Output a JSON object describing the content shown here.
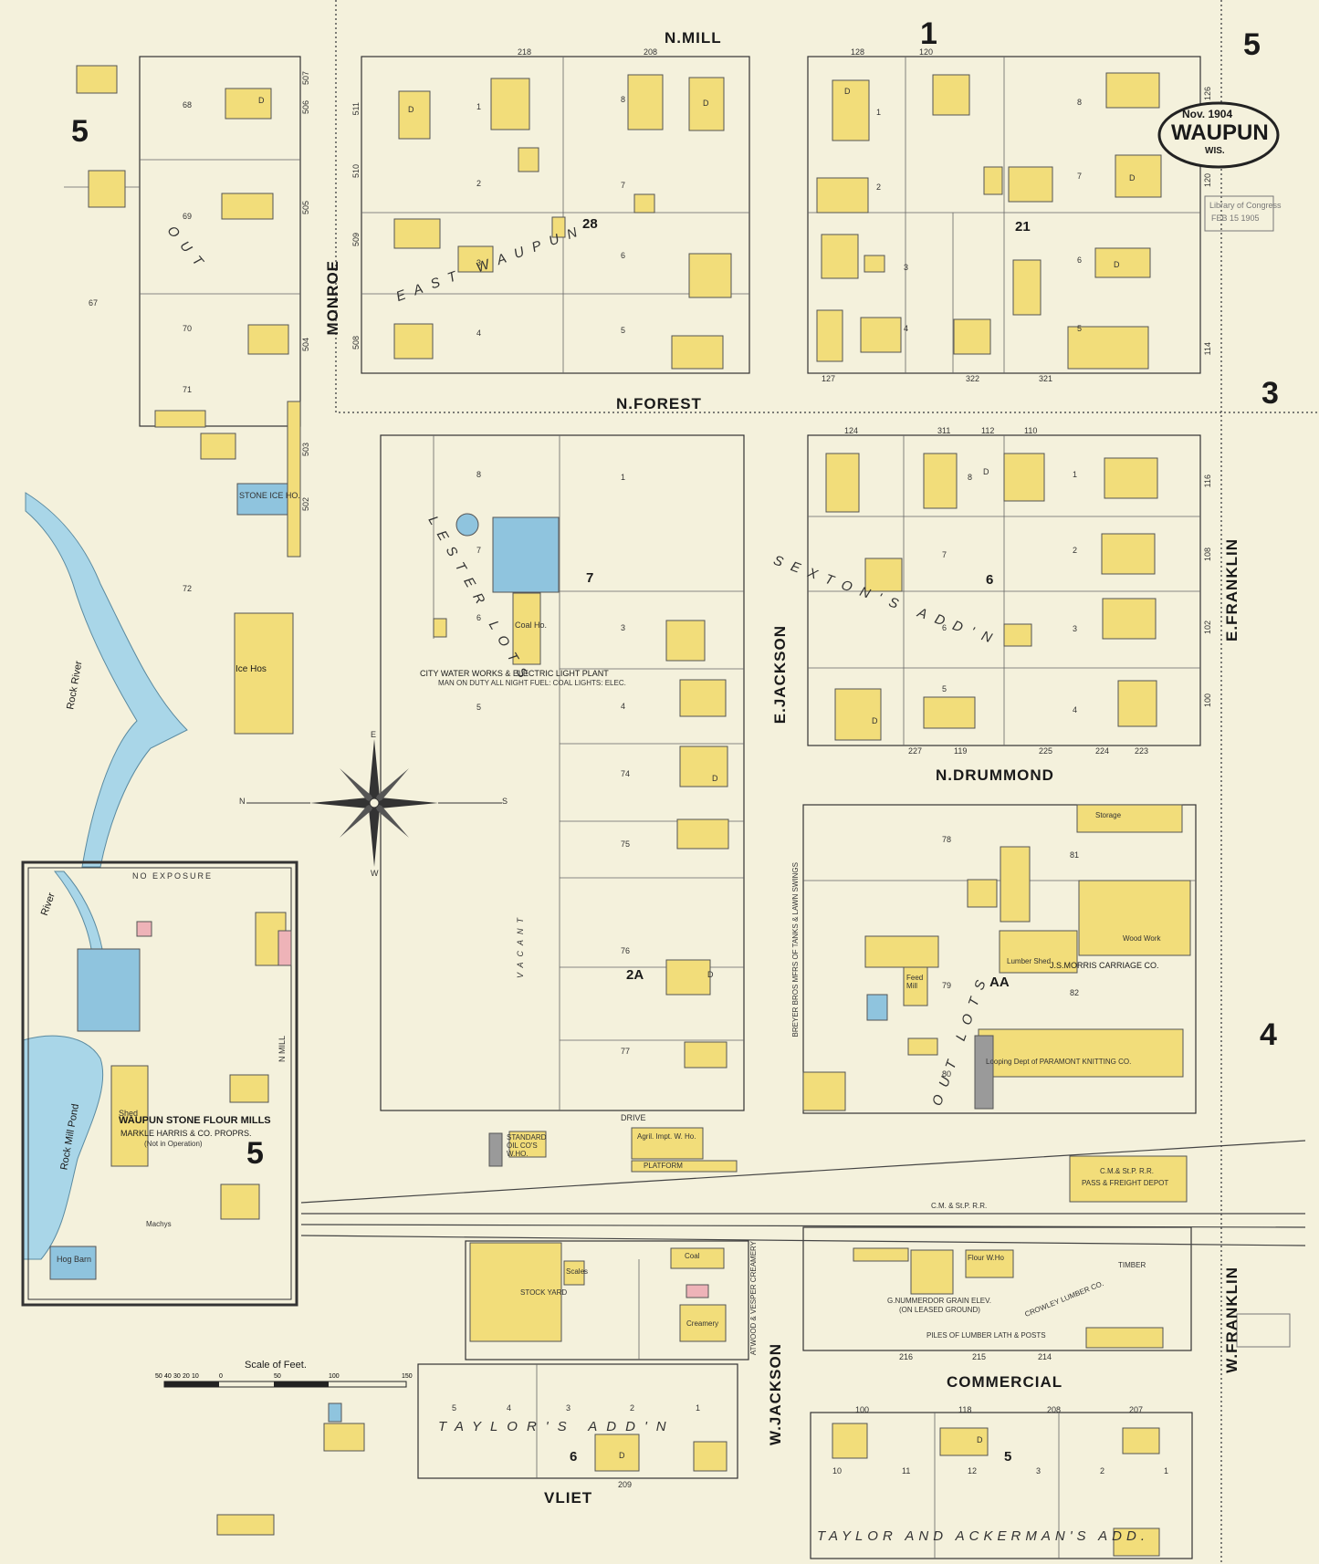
{
  "sheet": {
    "number": "5",
    "date": "Nov. 1904",
    "town": "WAUPUN",
    "state": "WIS.",
    "stamp_line1": "Library of Congress",
    "stamp_line2": "FEB 15 1905",
    "scale_label": "Scale of Feet.",
    "scale_ticks": [
      "50",
      "40",
      "30",
      "20",
      "10",
      "0",
      "50",
      "100",
      "150"
    ],
    "adjoining": [
      "5",
      "3",
      "4",
      "5",
      "1"
    ]
  },
  "streets": {
    "n_mill": "N.MILL",
    "n_forest": "N.FOREST",
    "n_drummond": "N.DRUMMOND",
    "commercial": "COMMERCIAL",
    "vliet": "VLIET",
    "monroe": "MONROE",
    "e_jackson": "E.JACKSON",
    "w_jackson": "W.JACKSON",
    "e_franklin": "E.FRANKLIN",
    "w_franklin": "W.FRANKLIN",
    "mill_inset": "N MILL",
    "drive": "DRIVE"
  },
  "blocks": [
    "28",
    "21",
    "7",
    "6",
    "2A",
    "AA",
    "6",
    "5"
  ],
  "additions": {
    "east_waupun": "EAST WAUPUN",
    "out_lots_left": "OUT",
    "lester_lots": "LESTER LOTS",
    "sextons_addn": "SEXTON'S ADD'N",
    "out_lots_mid": "OUT LOTS",
    "taylors_addn": "TAYLOR'S ADD'N",
    "taylor_ackerman": "TAYLOR AND ACKERMAN'S ADD.",
    "vacant": "VACANT"
  },
  "features": {
    "rock_river": "Rock River",
    "river_inset": "River",
    "rock_mill_pond": "Rock Mill Pond",
    "no_exposure": "NO EXPOSURE",
    "ice_hos": "Ice Hos",
    "stone_ice_ho": "STONE ICE HO.",
    "water_works": "CITY WATER WORKS & ELECTRIC LIGHT PLANT",
    "water_works_note": "MAN ON DUTY ALL NIGHT FUEL: COAL LIGHTS: ELEC.",
    "coal_ho": "Coal Ho.",
    "flour_mills": "WAUPUN STONE FLOUR MILLS",
    "flour_mills_props": "MARKLE HARRIS & CO. PROPRS.",
    "flour_mills_note": "(Not in Operation)",
    "hog_barn": "Hog Barn",
    "shed": "Shed",
    "standard_oil": "STANDARD OIL CO'S W.HO.",
    "agril_impt": "Agril. Impt. W. Ho.",
    "platform": "PLATFORM",
    "breyer": "BREYER BROS MFRS OF TANKS & LAWN SWINGS",
    "jsmorris": "J.S.MORRIS CARRIAGE CO.",
    "lumber_shed": "Lumber Shed",
    "storage": "Storage",
    "wood_work": "Wood Work",
    "paramount": "Looping Dept of PARAMONT KNITTING CO.",
    "depot_line1": "C.M.& St.P. R.R.",
    "depot_line2": "PASS & FREIGHT DEPOT",
    "railroad": "C.M. & St.P. R.R.",
    "grain_elev": "G.NUMMERDOR GRAIN ELEV.",
    "grain_elev_note": "(ON LEASED GROUND)",
    "flour_who": "Flour W.Ho",
    "crowley": "CROWLEY LUMBER CO.",
    "piles": "PILES OF LUMBER LATH & POSTS",
    "timber": "TIMBER",
    "atwood": "ATWOOD & VESPER CREAMERY",
    "creamery": "Creamery",
    "stock_yard": "STOCK YARD",
    "scales": "Scales",
    "coal": "Coal",
    "feed_mill": "Feed Mill",
    "machys": "Machys"
  },
  "lot_numbers": {
    "left_col": [
      "68",
      "69",
      "67",
      "70",
      "71",
      "72"
    ],
    "block28": [
      "1",
      "2",
      "3",
      "4",
      "8",
      "7",
      "6",
      "5"
    ],
    "block21": [
      "8",
      "7",
      "6",
      "5",
      "1",
      "2",
      "3",
      "4"
    ],
    "lester": [
      "8",
      "7",
      "6",
      "5",
      "1",
      "3",
      "4",
      "74",
      "75",
      "76",
      "77"
    ],
    "sexton": [
      "1",
      "2",
      "3",
      "4",
      "5",
      "6",
      "7",
      "8"
    ],
    "aa": [
      "78",
      "79",
      "80",
      "81",
      "82"
    ],
    "taylor": [
      "5",
      "4",
      "3",
      "2",
      "1"
    ],
    "ackerman": [
      "10",
      "11",
      "12",
      "3",
      "2",
      "1"
    ]
  },
  "house_numbers": {
    "n_mill": [
      "218",
      "208",
      "128",
      "120"
    ],
    "n_forest": [
      "127",
      "322",
      "321",
      "124",
      "311",
      "112",
      "110"
    ],
    "n_drummond": [
      "227",
      "119",
      "225",
      "224",
      "223"
    ],
    "commercial": [
      "216",
      "215",
      "214",
      "100",
      "118",
      "208",
      "207"
    ],
    "vliet": [
      "209"
    ],
    "monroe": [
      "511",
      "510",
      "509",
      "508",
      "507",
      "506",
      "505",
      "504",
      "503",
      "502"
    ],
    "e_franklin": [
      "126",
      "120",
      "114",
      "116",
      "108",
      "102",
      "100"
    ]
  },
  "legend_letter": "D",
  "compass_letters": [
    "N",
    "S",
    "E",
    "W"
  ],
  "colors": {
    "paper": "#f4f1dc",
    "frame_building": "#f2dd7a",
    "stone_building": "#8fc4de",
    "brick_building": "#eeb3b8",
    "river": "#a9d6e8"
  }
}
